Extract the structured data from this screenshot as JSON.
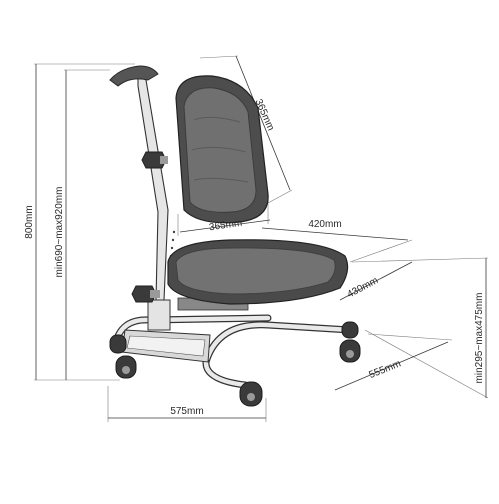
{
  "diagram": {
    "labels": {
      "total_height": "800mm",
      "backrest_height_range": "min690~max920mm",
      "backrest_height": "365mm",
      "backrest_width": "365mm",
      "seat_width": "420mm",
      "seat_depth": "430mm",
      "seat_height_range": "min295~max475mm",
      "base_depth": "555mm",
      "base_width": "575mm"
    },
    "colors": {
      "frame": "#e8e8e8",
      "frame_stroke": "#333333",
      "upholstery": "#6e6e6e",
      "upholstery_dark": "#4a4a4a",
      "caster": "#3a3a3a"
    }
  }
}
